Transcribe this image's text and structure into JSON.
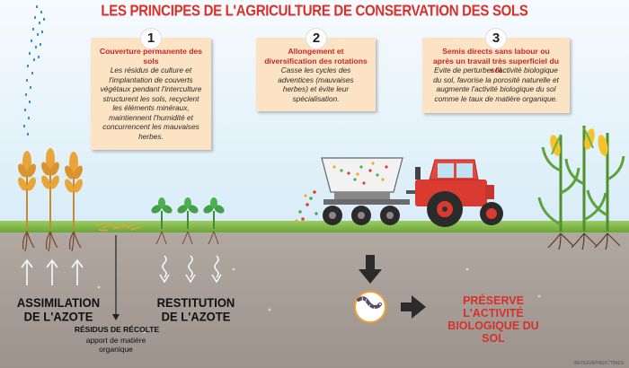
{
  "title": "LES PRINCIPES DE L'AGRICULTURE DE CONSERVATION DES SOLS",
  "principles": [
    {
      "number": "1",
      "heading": "Couverture permanente des sols",
      "body": "Les résidus de culture et l'implantation de couverts végétaux pendant l'interculture structurent les sols, recyclent les éléments minéraux, maintiennent l'humidité et concurrencent les mauvaises herbes."
    },
    {
      "number": "2",
      "heading": "Allongement et diversification des rotations",
      "body": "Casse les cycles des adventices (mauvaises herbes) et évite leur spécialisation."
    },
    {
      "number": "3",
      "heading": "Semis directs sans labour ou après un travail très superficiel du sol",
      "body": "Evite de perturber l'activité biologique du sol, favorise la porosité naturelle et augmente l'activité biologique du sol comme le taux de matière organique."
    }
  ],
  "labels": {
    "assimilation": "ASSIMILATION DE L'AZOTE",
    "residus_title": "RÉSIDUS DE RÉCOLTE",
    "residus_sub": "apport de matière organique",
    "restitution": "RESTITUTION DE L'AZOTE",
    "preserve": "PRÉSERVE L'ACTIVITÉ BIOLOGIQUE DU SOL",
    "credit": "INFOGRAPHIE/C'TIMES"
  },
  "colors": {
    "title": "#d9302a",
    "box_bg": "#fbe3c3",
    "box_heading": "#c8262a",
    "soil": "#a39994",
    "grass": "#7cb342",
    "tractor": "#d93b30"
  },
  "icons": [
    "wheat-icon",
    "seedling-icon",
    "tractor-icon",
    "seed-hopper-icon",
    "corn-icon",
    "earthworm-icon",
    "arrow-down-icon",
    "arrow-right-icon",
    "arrow-up-icon"
  ]
}
